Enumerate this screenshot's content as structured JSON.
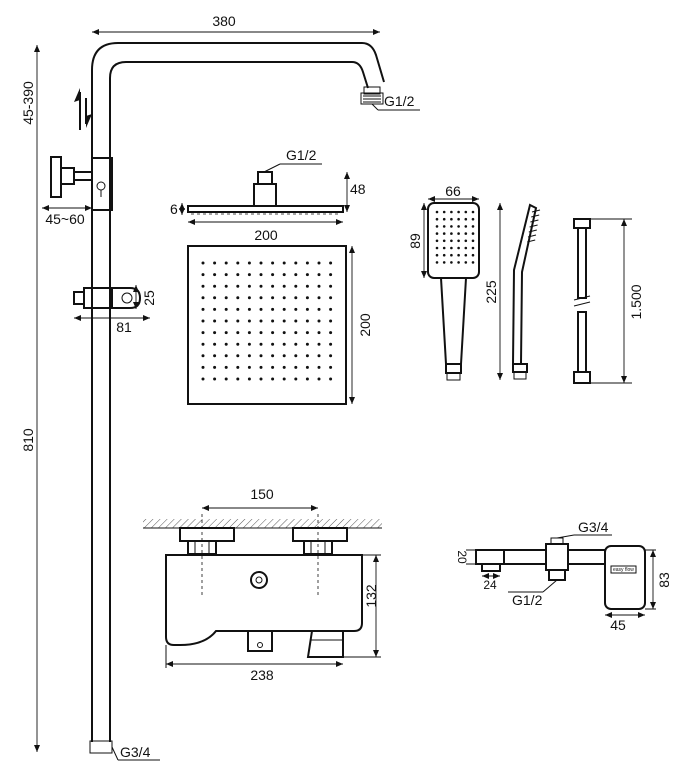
{
  "dimensions": {
    "rail_width": "380",
    "rail_height": "810",
    "rail_offset": "45-390",
    "slide_offset": "45~60",
    "holder_height": "25",
    "holder_width": "81",
    "head_height": "48",
    "head_thickness": "6",
    "head_width": "200",
    "head_side": "200",
    "handset_width": "66",
    "handset_head_height": "89",
    "handset_length": "225",
    "hose_length": "1.500",
    "mixer_spacing": "150",
    "mixer_height": "132",
    "mixer_width": "238",
    "side_height": "83",
    "side_depth": "45",
    "side_thickness": "20",
    "side_nut": "24"
  },
  "threads": {
    "top_outlet": "G1/2",
    "head_inlet": "G1/2",
    "rail_bottom": "G3/4",
    "mixer_top": "G3/4",
    "mixer_bottom": "G1/2"
  },
  "logo_text": "easy flow",
  "colors": {
    "line": "#111111",
    "background": "#ffffff"
  }
}
